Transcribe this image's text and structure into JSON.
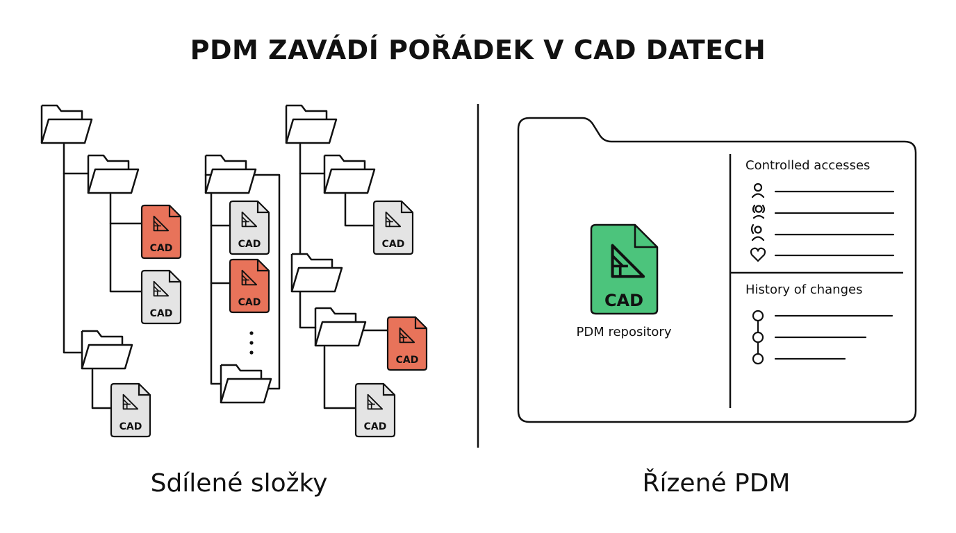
{
  "title": "PDM ZAVÁDÍ POŘÁDEK V CAD DATECH",
  "left_panel": {
    "caption": "Sdílené složky",
    "file_label": "CAD",
    "colors": {
      "highlight_file": "#e8735a",
      "normal_file": "#e4e4e4"
    }
  },
  "right_panel": {
    "caption": "Řízené PDM",
    "repository_label": "PDM repository",
    "file_label": "CAD",
    "file_color": "#4cc47c",
    "controlled_accesses_label": "Controlled accesses",
    "history_label": "History of changes",
    "access_icons": [
      "user-icon",
      "user-icon",
      "user-icon",
      "heart-icon"
    ],
    "history_icons": [
      "commit-node-icon",
      "commit-node-icon",
      "commit-node-icon"
    ]
  }
}
